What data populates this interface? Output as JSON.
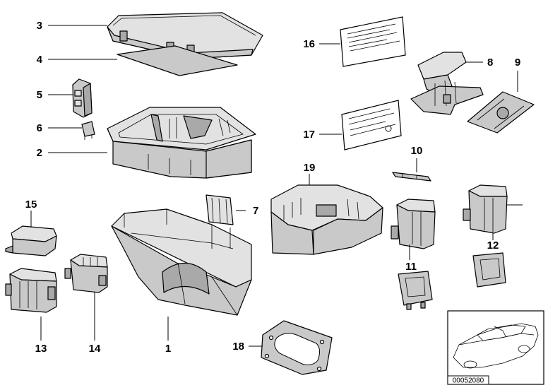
{
  "callouts": {
    "c1": "1",
    "c2": "2",
    "c3": "3",
    "c4": "4",
    "c5": "5",
    "c6": "6",
    "c7": "7",
    "c8": "8",
    "c9": "9",
    "c10": "10",
    "c11": "11",
    "c12": "12",
    "c13": "13",
    "c14": "14",
    "c15": "15",
    "c16": "16",
    "c17": "17",
    "c18": "18",
    "c19": "19"
  },
  "reference_number": "00052080"
}
